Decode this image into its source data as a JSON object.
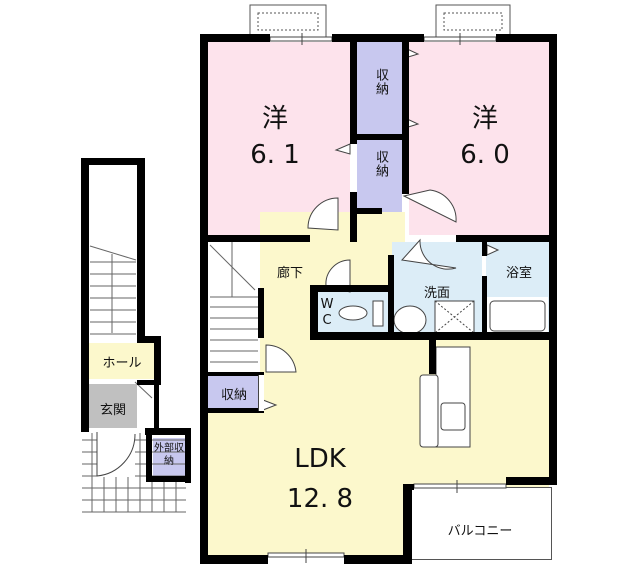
{
  "floor_plan": {
    "colors": {
      "wall": "#000000",
      "western_room": "#fde3ec",
      "ldk_hall": "#fcf8cc",
      "storage": "#c8c8ef",
      "wet_area": "#dcedf7",
      "entrance": "#c0c0c0",
      "background": "#ffffff"
    },
    "rooms": {
      "western_left": {
        "type": "洋",
        "size": "6. 1"
      },
      "western_right": {
        "type": "洋",
        "size": "6. 0"
      },
      "storage_upper": {
        "label": "収納"
      },
      "storage_middle": {
        "label": "収納"
      },
      "storage_left": {
        "label": "収納"
      },
      "corridor": {
        "label": "廊下"
      },
      "toilet": {
        "label_top": "W",
        "label_bottom": "C"
      },
      "washroom": {
        "label": "洗面"
      },
      "bathroom": {
        "label": "浴室"
      },
      "ldk": {
        "type": "LDK",
        "size": "12. 8"
      },
      "balcony": {
        "label": "バルコニー"
      },
      "hall": {
        "label": "ホール"
      },
      "entrance": {
        "label": "玄関"
      },
      "external_storage": {
        "label": "外部収納"
      }
    }
  }
}
